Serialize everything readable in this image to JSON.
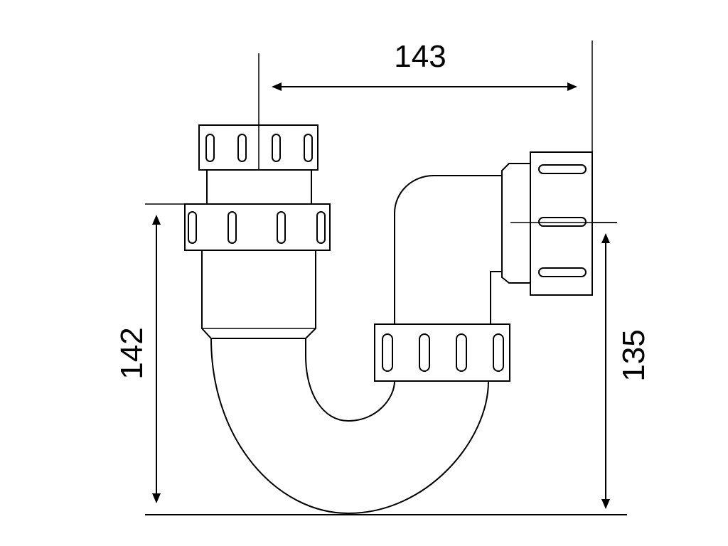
{
  "diagram": {
    "dimensions": {
      "horizontal_label": "143",
      "left_height_label": "142",
      "right_height_label": "135"
    },
    "line_color": "#000000",
    "background_color": "#ffffff"
  }
}
